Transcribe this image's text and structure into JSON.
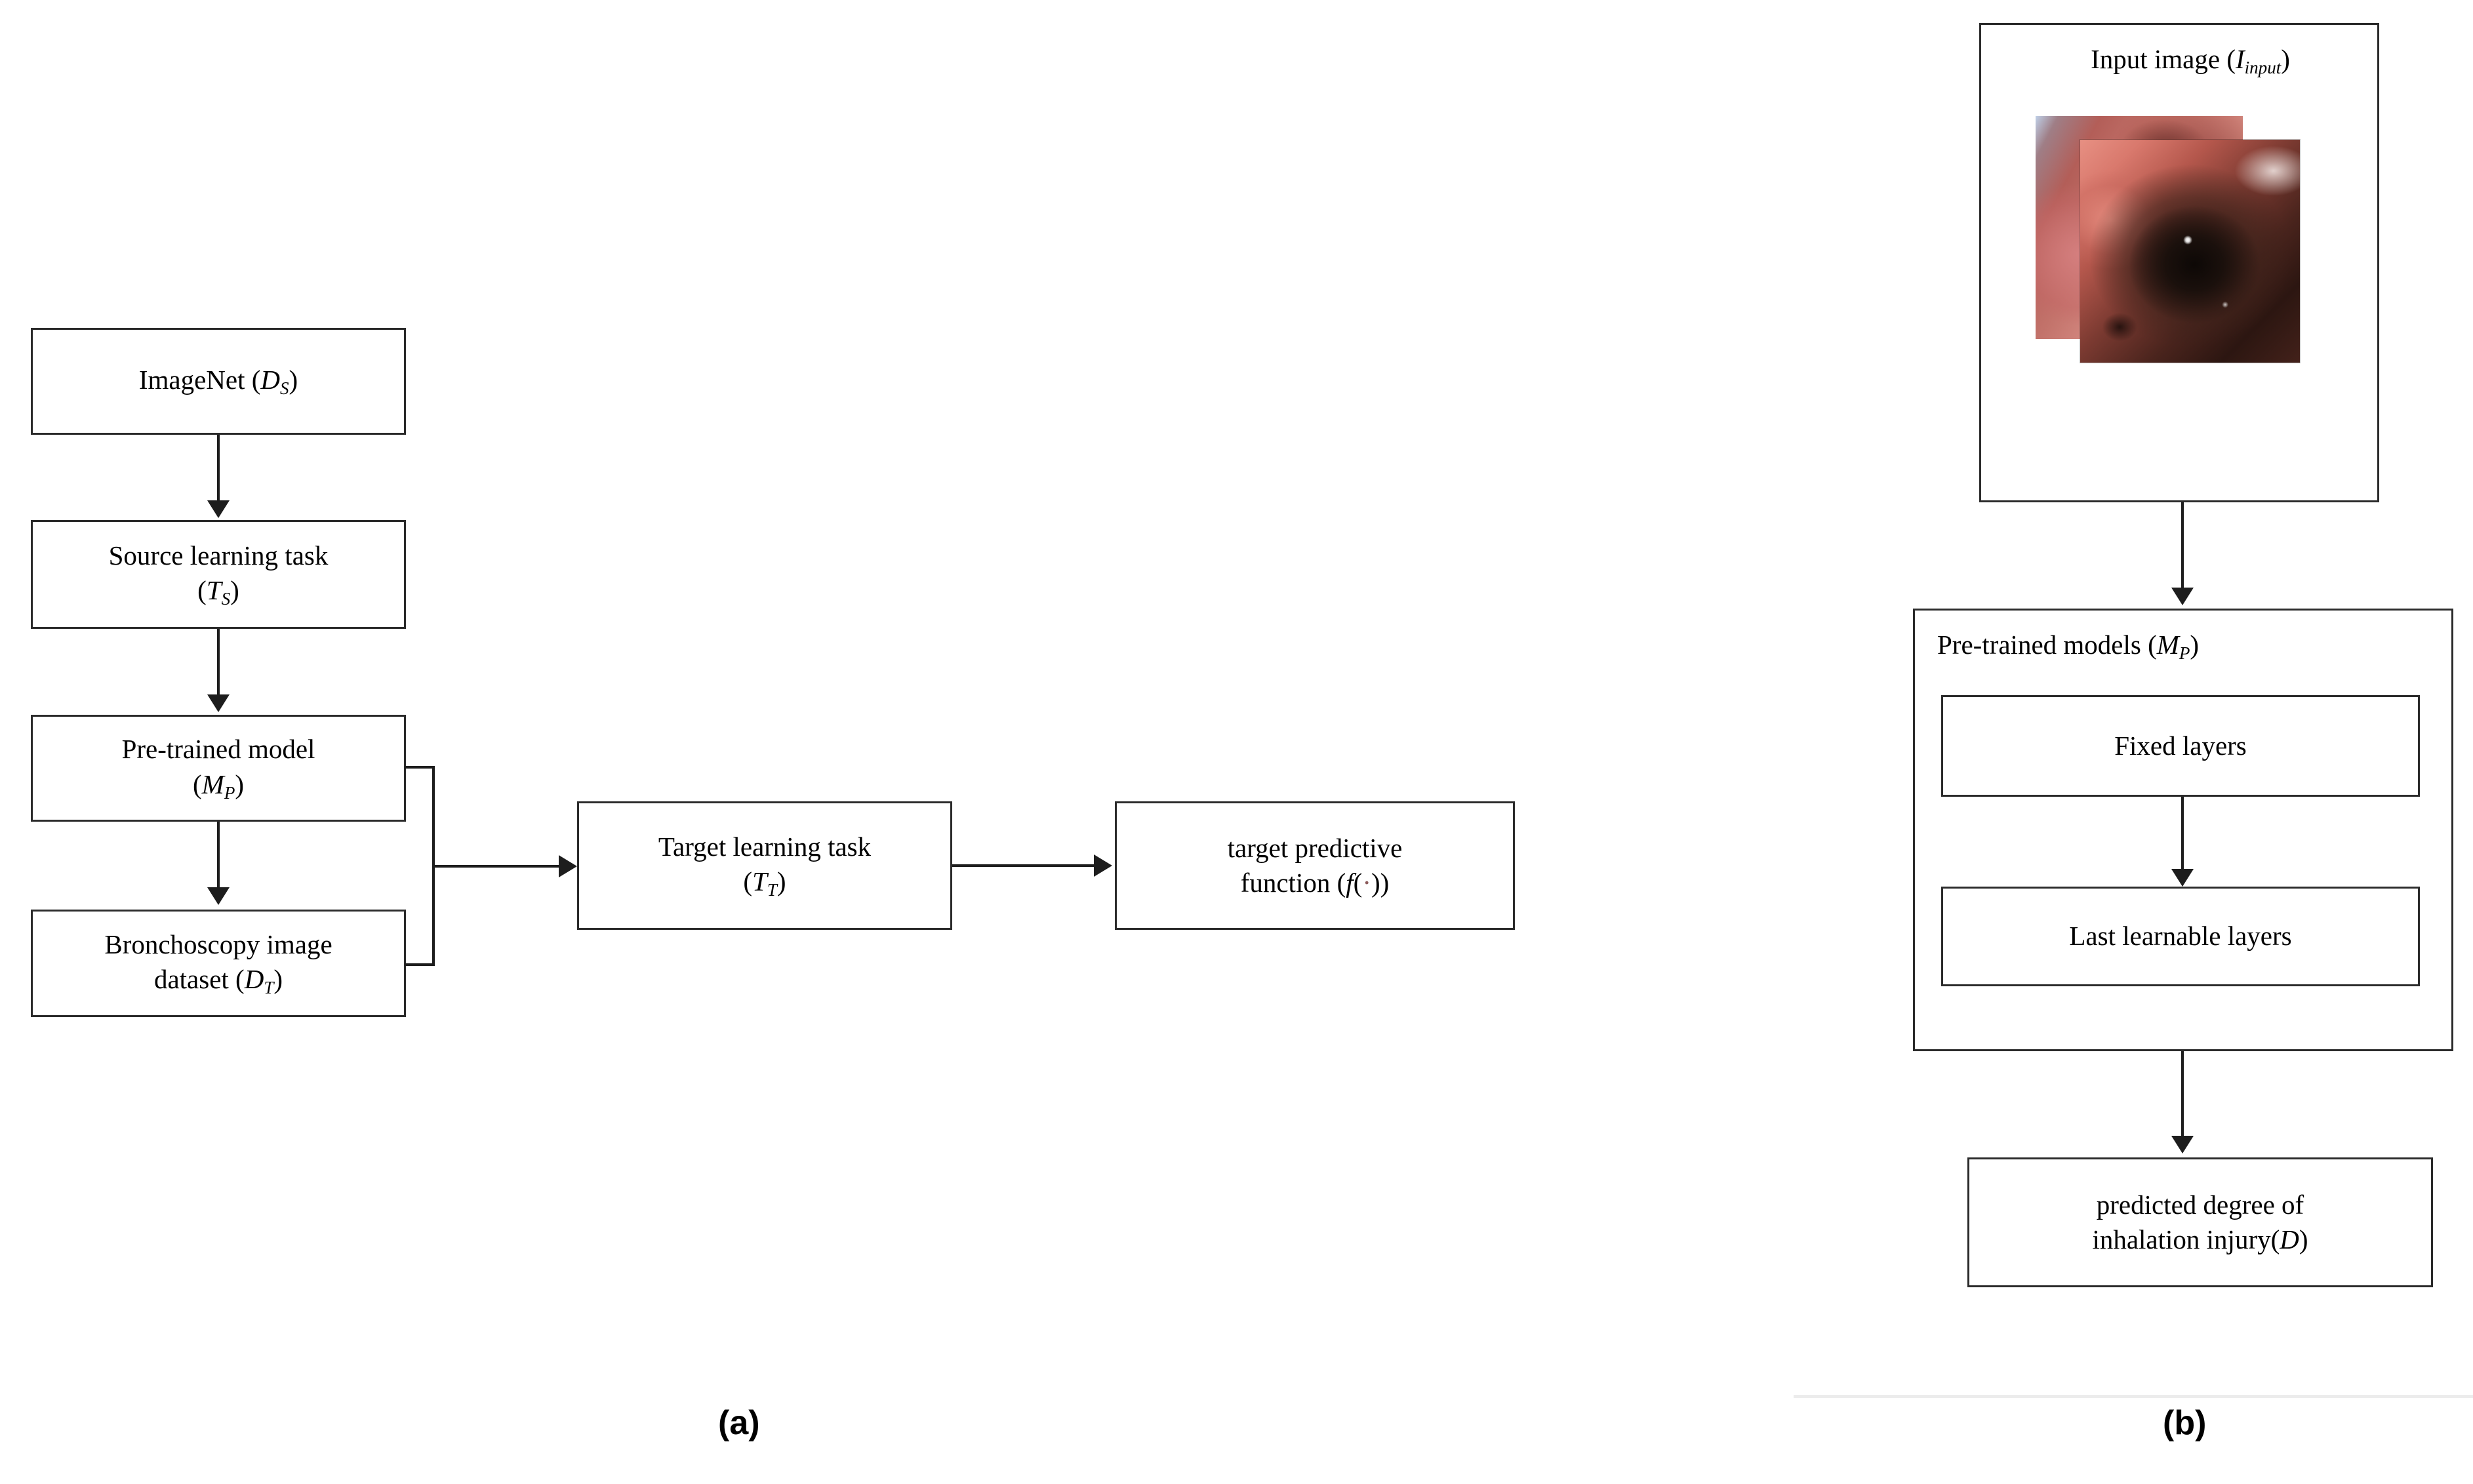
{
  "figure": {
    "panels": [
      {
        "id": "a",
        "caption": "(a)",
        "nodes": [
          {
            "key": "imagenet",
            "line1": "ImageNet (",
            "var": "D",
            "sub": "S",
            "line1_tail": ")"
          },
          {
            "key": "source_task",
            "line1": "Source learning task",
            "line2_prefix": "(",
            "var": "T",
            "sub": "S",
            "line2_tail": ")"
          },
          {
            "key": "pretrained",
            "line1": "Pre-trained model",
            "line2_prefix": "(",
            "var": "M",
            "sub": "P",
            "line2_tail": ")"
          },
          {
            "key": "dataset",
            "line1": "Bronchoscopy image",
            "line2_prefix": "dataset (",
            "var": "D",
            "sub": "T",
            "line2_tail": ")"
          },
          {
            "key": "target_task",
            "line1": "Target learning task",
            "line2_prefix": "(",
            "var": "T",
            "sub": "T",
            "line2_tail": ")"
          },
          {
            "key": "predictive",
            "line1": "target predictive",
            "line2_prefix": "function (",
            "var": "f",
            "dot": "·",
            "line2_tail": ")"
          }
        ]
      },
      {
        "id": "b",
        "caption": "(b)",
        "nodes": [
          {
            "key": "input_image",
            "line1": "Input image (",
            "var": "I",
            "sub": "input",
            "line1_tail": ")"
          },
          {
            "key": "pretrained_models",
            "line1": "Pre-trained models (",
            "var": "M",
            "sub": "P",
            "line1_tail": ")"
          },
          {
            "key": "fixed_layers",
            "line1": "Fixed layers"
          },
          {
            "key": "last_layers",
            "line1": "Last learnable layers"
          },
          {
            "key": "output",
            "line1": "predicted degree of",
            "line2_prefix": "inhalation injury(",
            "var": "D",
            "line2_tail": ")"
          }
        ]
      }
    ]
  },
  "text": {
    "imagenet_name": "ImageNet (",
    "imagenet_var": "D",
    "imagenet_sub": "S",
    "paren_close": ")",
    "paren_open": "(",
    "source_task_l1": "Source learning task",
    "source_task_var": "T",
    "source_task_sub": "S",
    "pretrained_l1": "Pre-trained model",
    "pretrained_var": "M",
    "pretrained_sub": "P",
    "dataset_l1": "Bronchoscopy image",
    "dataset_l2": "dataset (",
    "dataset_var": "D",
    "dataset_sub": "T",
    "target_task_l1": "Target learning task",
    "target_task_var": "T",
    "target_task_sub": "T",
    "predictive_l1": "target predictive",
    "predictive_l2": "function (",
    "predictive_var": "f",
    "predictive_dot": "·",
    "input_image_l1": "Input image (",
    "input_image_var": "I",
    "input_image_sub": "input",
    "pretrained_models_l1": "Pre-trained models (",
    "pretrained_models_var": "M",
    "pretrained_models_sub": "P",
    "fixed_layers": "Fixed layers",
    "last_layers": "Last learnable layers",
    "output_l1": "predicted degree of",
    "output_l2": "inhalation injury(",
    "output_var": "D",
    "caption_a": "(a)",
    "caption_b": "(b)"
  },
  "colors": {
    "stroke": "#2b2b2b",
    "connector": "#1d1d1d",
    "background": "#ffffff",
    "dot_accent": "#8c5b5b",
    "hairline": "#ececec"
  }
}
